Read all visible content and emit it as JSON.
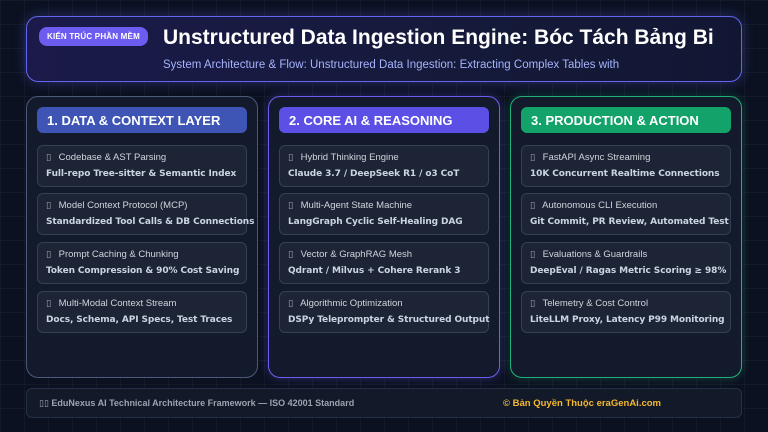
{
  "header": {
    "badge": "KIẾN TRÚC PHẦN MỀM",
    "title": "Unstructured Data Ingestion Engine: Bóc Tách Bảng Bi",
    "subtitle": "System Architecture & Flow: Unstructured Data Ingestion: Extracting Complex Tables with"
  },
  "columns": [
    {
      "title": "1. DATA & CONTEXT LAYER",
      "cards": [
        {
          "icon": "▯",
          "title": "Codebase & AST Parsing",
          "desc": "Full-repo Tree-sitter & Semantic Index"
        },
        {
          "icon": "▯",
          "title": "Model Context Protocol (MCP)",
          "desc": "Standardized Tool Calls & DB Connections"
        },
        {
          "icon": "▯",
          "title": "Prompt Caching & Chunking",
          "desc": "Token Compression & 90% Cost Saving"
        },
        {
          "icon": "▯",
          "title": "Multi-Modal Context Stream",
          "desc": "Docs, Schema, API Specs, Test Traces"
        }
      ]
    },
    {
      "title": "2. CORE AI & REASONING",
      "cards": [
        {
          "icon": "▯",
          "title": "Hybrid Thinking Engine",
          "desc": "Claude 3.7 / DeepSeek R1 / o3 CoT"
        },
        {
          "icon": "▯",
          "title": "Multi-Agent State Machine",
          "desc": "LangGraph Cyclic Self-Healing DAG"
        },
        {
          "icon": "▯",
          "title": "Vector & GraphRAG Mesh",
          "desc": "Qdrant / Milvus + Cohere Rerank 3"
        },
        {
          "icon": "▯",
          "title": "Algorithmic Optimization",
          "desc": "DSPy Teleprompter & Structured Output"
        }
      ]
    },
    {
      "title": "3. PRODUCTION & ACTION",
      "cards": [
        {
          "icon": "▯",
          "title": "FastAPI Async Streaming",
          "desc": "10K Concurrent Realtime Connections"
        },
        {
          "icon": "▯",
          "title": "Autonomous CLI Execution",
          "desc": "Git Commit, PR Review, Automated Test"
        },
        {
          "icon": "▯",
          "title": "Evaluations & Guardrails",
          "desc": "DeepEval / Ragas Metric Scoring ≥ 98%"
        },
        {
          "icon": "▯",
          "title": "Telemetry & Cost Control",
          "desc": "LiteLLM Proxy, Latency P99 Monitoring"
        }
      ]
    }
  ],
  "footer": {
    "icons": "▯▯",
    "left": "EduNexus AI Technical Architecture Framework — ISO 42001 Standard",
    "right": "© Bản Quyền Thuộc eraGenAi.com"
  },
  "colors": {
    "background": "#0b1120",
    "accent_indigo": "#6366f1",
    "column_1": "#3e55b6",
    "column_2": "#5b4fe6",
    "column_3": "#13a36a",
    "footer_gold": "#f5b82e"
  }
}
